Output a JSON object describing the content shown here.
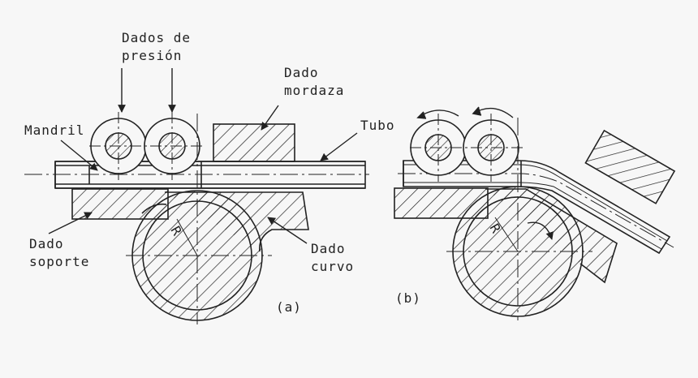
{
  "colors": {
    "background": "#f7f7f7",
    "ink": "#222222"
  },
  "labels": {
    "dados_line1": "Dados de",
    "dados_line2": "presión",
    "mordaza_line1": "Dado",
    "mordaza_line2": "mordaza",
    "tubo": "Tubo",
    "mandril": "Mandril",
    "soporte_line1": "Dado",
    "soporte_line2": "soporte",
    "curvo_line1": "Dado",
    "curvo_line2": "curvo",
    "radius_a": "R",
    "radius_b": "R"
  },
  "captions": {
    "a": "(a)",
    "b": "(b)"
  }
}
